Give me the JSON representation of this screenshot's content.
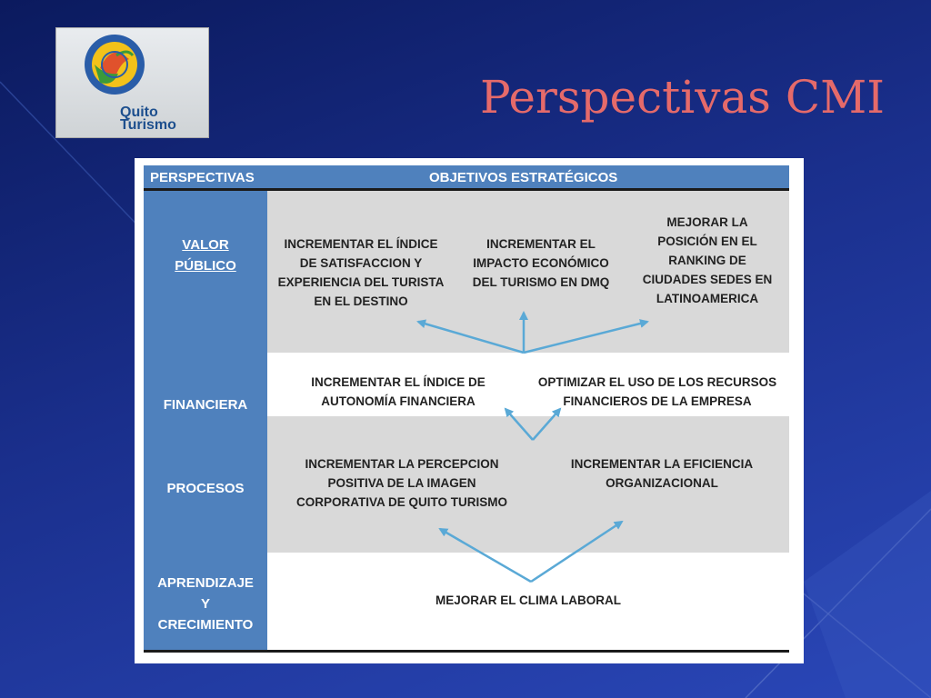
{
  "slide": {
    "title": "Perspectivas CMI",
    "logo": {
      "line1": "Quito",
      "line2": "Turismo"
    }
  },
  "table": {
    "header": {
      "col1": "PERSPECTIVAS",
      "col2": "OBJETIVOS ESTRATÉGICOS"
    },
    "perspectives": {
      "valor_l1": "VALOR",
      "valor_l2": "PÚBLICO",
      "financiera": "FINANCIERA",
      "procesos": "PROCESOS",
      "aprendizaje_l1": "APRENDIZAJE",
      "aprendizaje_l2": "Y",
      "aprendizaje_l3": "CRECIMIENTO"
    },
    "objectives": {
      "vp1": [
        "INCREMENTAR EL ÍNDICE",
        "DE  SATISFACCION Y",
        "EXPERIENCIA DEL TURISTA",
        "EN EL DESTINO"
      ],
      "vp2": [
        "INCREMENTAR EL",
        "IMPACTO ECONÓMICO",
        "DEL TURISMO EN DMQ"
      ],
      "vp3": [
        "MEJORAR LA",
        "POSICIÓN EN EL",
        "RANKING DE",
        "CIUDADES SEDES EN",
        "LATINOAMERICA"
      ],
      "f1": [
        "INCREMENTAR EL ÍNDICE DE",
        "AUTONOMÍA FINANCIERA"
      ],
      "f2": [
        "OPTIMIZAR EL USO DE LOS RECURSOS",
        "FINANCIEROS DE LA EMPRESA"
      ],
      "p1": [
        "INCREMENTAR LA PERCEPCION",
        "POSITIVA DE LA IMAGEN",
        "CORPORATIVA DE QUITO TURISMO"
      ],
      "p2": [
        "INCREMENTAR LA EFICIENCIA",
        "ORGANIZACIONAL"
      ],
      "a1": [
        "MEJORAR EL CLIMA LABORAL"
      ]
    }
  },
  "colors": {
    "title": "#e56a6a",
    "header_blue": "#4f81bd",
    "band_gray": "#d9d9d9",
    "arrow": "#5aa9d6"
  }
}
